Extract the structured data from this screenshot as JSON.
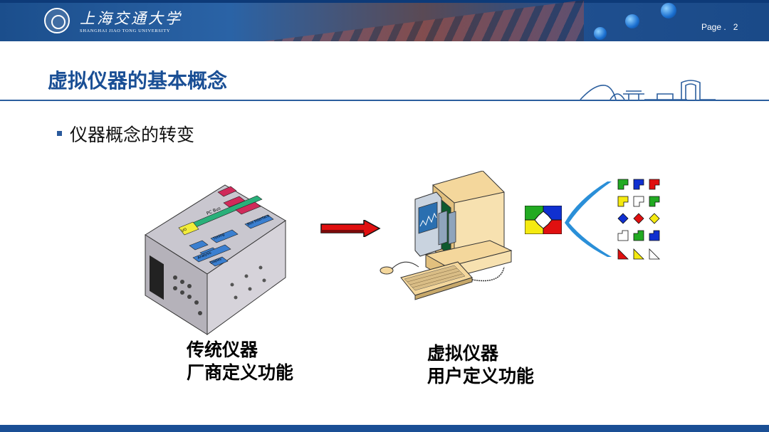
{
  "header": {
    "university_name_cn": "上海交通大学",
    "university_name_en": "SHANGHAI JIAO TONG UNIVERSITY",
    "page_label": "Page .   2"
  },
  "slide": {
    "title": "虚拟仪器的基本概念",
    "bullet": "仪器概念的转变"
  },
  "figures": {
    "traditional": {
      "caption_line1": "传统仪器",
      "caption_line2": "厂商定义功能",
      "labels": [
        "PC Bus",
        "I/O",
        "Timing",
        "Analysis",
        "Display",
        "Bus Interface"
      ]
    },
    "virtual": {
      "caption_line1": "虚拟仪器",
      "caption_line2": "用户定义功能"
    }
  },
  "colors": {
    "brand_blue": "#1a4f95",
    "arrow_red": "#e01010"
  }
}
